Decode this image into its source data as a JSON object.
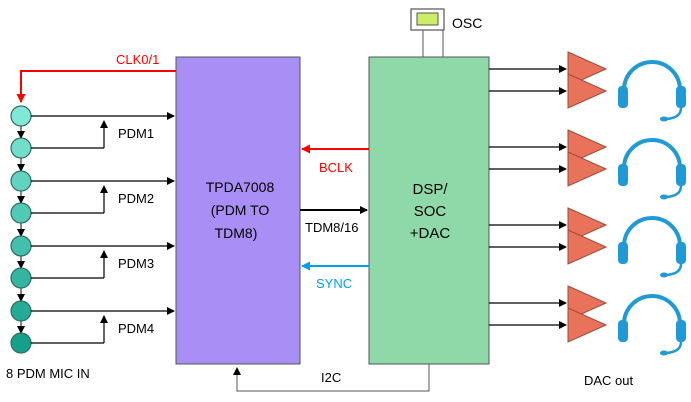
{
  "labels": {
    "clk": "CLK0/1",
    "pdm1": "PDM1",
    "pdm2": "PDM2",
    "pdm3": "PDM3",
    "pdm4": "PDM4",
    "mic_in": "8 PDM MIC IN",
    "tdm_line1": "TPDA7008",
    "tdm_line2": "(PDM TO",
    "tdm_line3": "TDM8)",
    "dsp_line1": "DSP/",
    "dsp_line2": "SOC",
    "dsp_line3": "+DAC",
    "bclk": "BCLK",
    "tdm_bus": "TDM8/16",
    "sync": "SYNC",
    "i2c": "I2C",
    "osc": "OSC",
    "dac_out": "DAC out"
  },
  "colors": {
    "clk": "#ff0000",
    "sync": "#00a0e9",
    "tdm_block": "#a98ef5",
    "dsp_block": "#8fd8a8",
    "amp": "#e8735a",
    "headphone": "#1f9ad6",
    "osc_fill": "#ccee66",
    "mic_light": "#7fe8d6",
    "mic_dark": "#16a08a"
  },
  "icons": {
    "mic": "mic-circle-icon",
    "amp": "amplifier-triangle-icon",
    "headphone": "headphone-icon",
    "osc": "oscillator-icon"
  }
}
